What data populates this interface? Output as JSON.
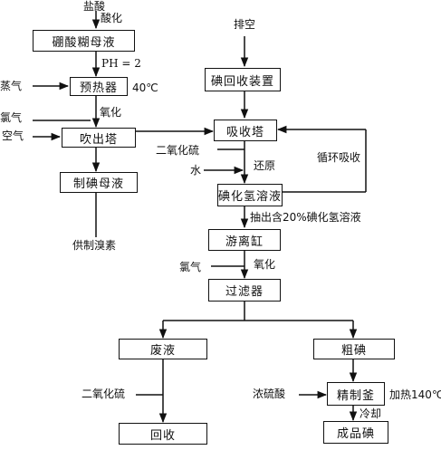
{
  "nodes": {
    "boric_mother_liquor": "硼酸糊母液",
    "preheater": "预热器",
    "blowout_tower": "吹出塔",
    "iodine_mother_liquor": "制碘母液",
    "iodine_recovery_unit": "碘回收装置",
    "absorption_tower": "吸收塔",
    "hydroiodic_solution": "碘化氢溶液",
    "free_tank": "游离缸",
    "filter": "过滤器",
    "waste_liquid": "废液",
    "crude_iodine": "粗碘",
    "refining_kettle": "精制釜",
    "recovery": "回收",
    "finished_iodine": "成品碘"
  },
  "labels": {
    "hydrochloric_acid": "盐酸",
    "acidify": "酸化",
    "ph": "PH = 2",
    "steam": "蒸气",
    "temp_40": "40℃",
    "chlorine_in_1": "氯气",
    "oxidize_1": "氧化",
    "air": "空气",
    "for_bromine": "供制溴素",
    "vent": "排空",
    "sulfur_dioxide_1": "二氧化硫",
    "water": "水",
    "reduce": "还原",
    "circulate_absorb": "循环吸收",
    "extract_20": "抽出含20%碘化氢溶液",
    "chlorine_in_2": "氯气",
    "oxidize_2": "氧化",
    "sulfur_dioxide_2": "二氧化硫",
    "conc_sulfuric": "浓硫酸",
    "heat_140": "加热140℃",
    "cool": "冷却"
  }
}
